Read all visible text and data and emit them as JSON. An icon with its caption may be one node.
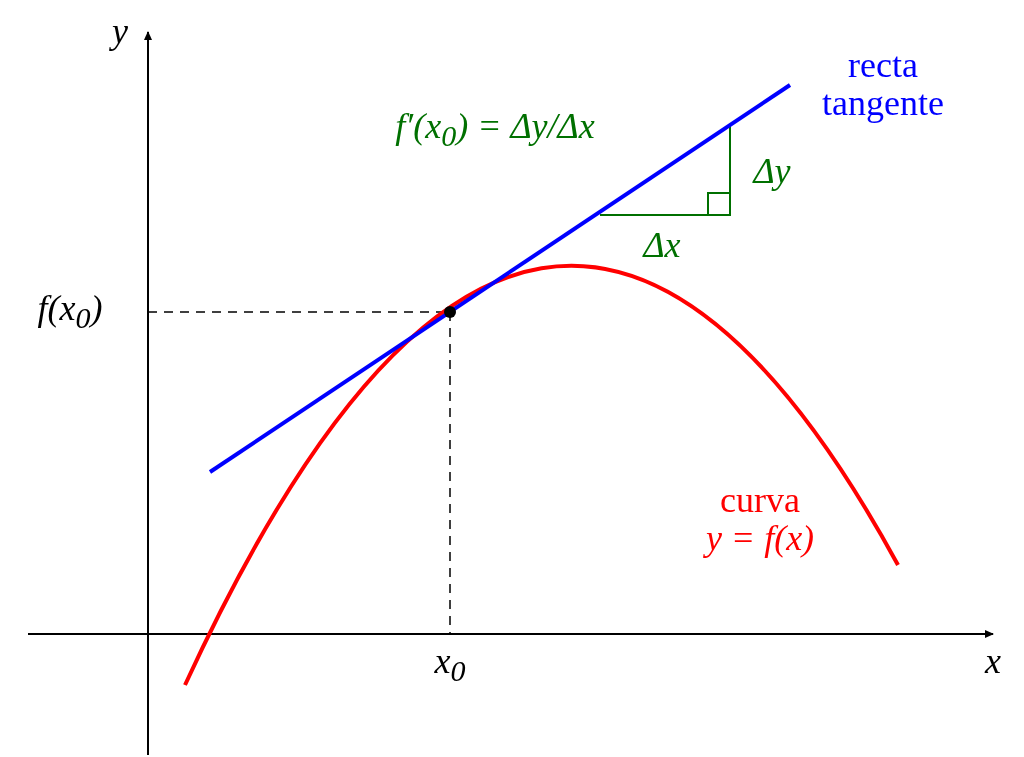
{
  "diagram": {
    "labels": [
      "y",
      "f(x$_{0}$)",
      "f′(x$_{0}$) = Δy/Δx",
      "recta tangente",
      "Δy",
      "Δx",
      "curva y = f(x)",
      "x$_{0}$",
      "x"
    ]
  }
}
